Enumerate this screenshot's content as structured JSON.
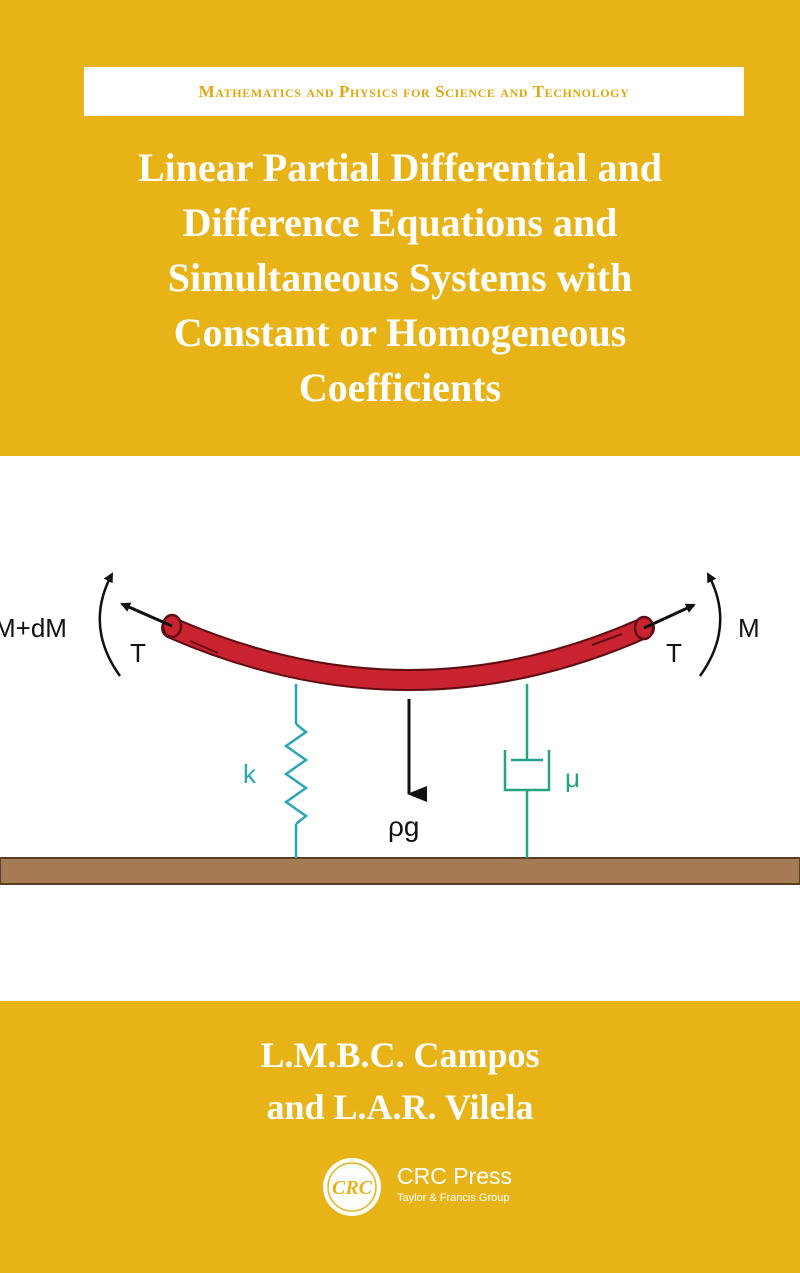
{
  "series": "Mathematics and Physics for Science and Technology",
  "title_lines": [
    "Linear Partial Differential and",
    "Difference Equations and",
    "Simultaneous Systems with",
    "Constant or Homogeneous",
    "Coefficients"
  ],
  "diagram": {
    "label_left_moment": "M+dM",
    "label_right_moment": "M",
    "label_tension_left": "T",
    "label_tension_right": "T",
    "label_spring": "k",
    "label_damper": "μ",
    "label_weight": "ρg",
    "colors": {
      "beam": "#c8232f",
      "spring": "#2aa6b8",
      "damper": "#23a583",
      "ground": "#a57b53",
      "arrow": "#111111"
    }
  },
  "authors": [
    "L.M.B.C. Campos",
    "and L.A.R. Vilela"
  ],
  "publisher": {
    "logo_text": "CRC",
    "name": "CRC Press",
    "group": "Taylor & Francis Group"
  },
  "colors": {
    "band": "#e8b317",
    "series_text": "#e0a80f"
  }
}
